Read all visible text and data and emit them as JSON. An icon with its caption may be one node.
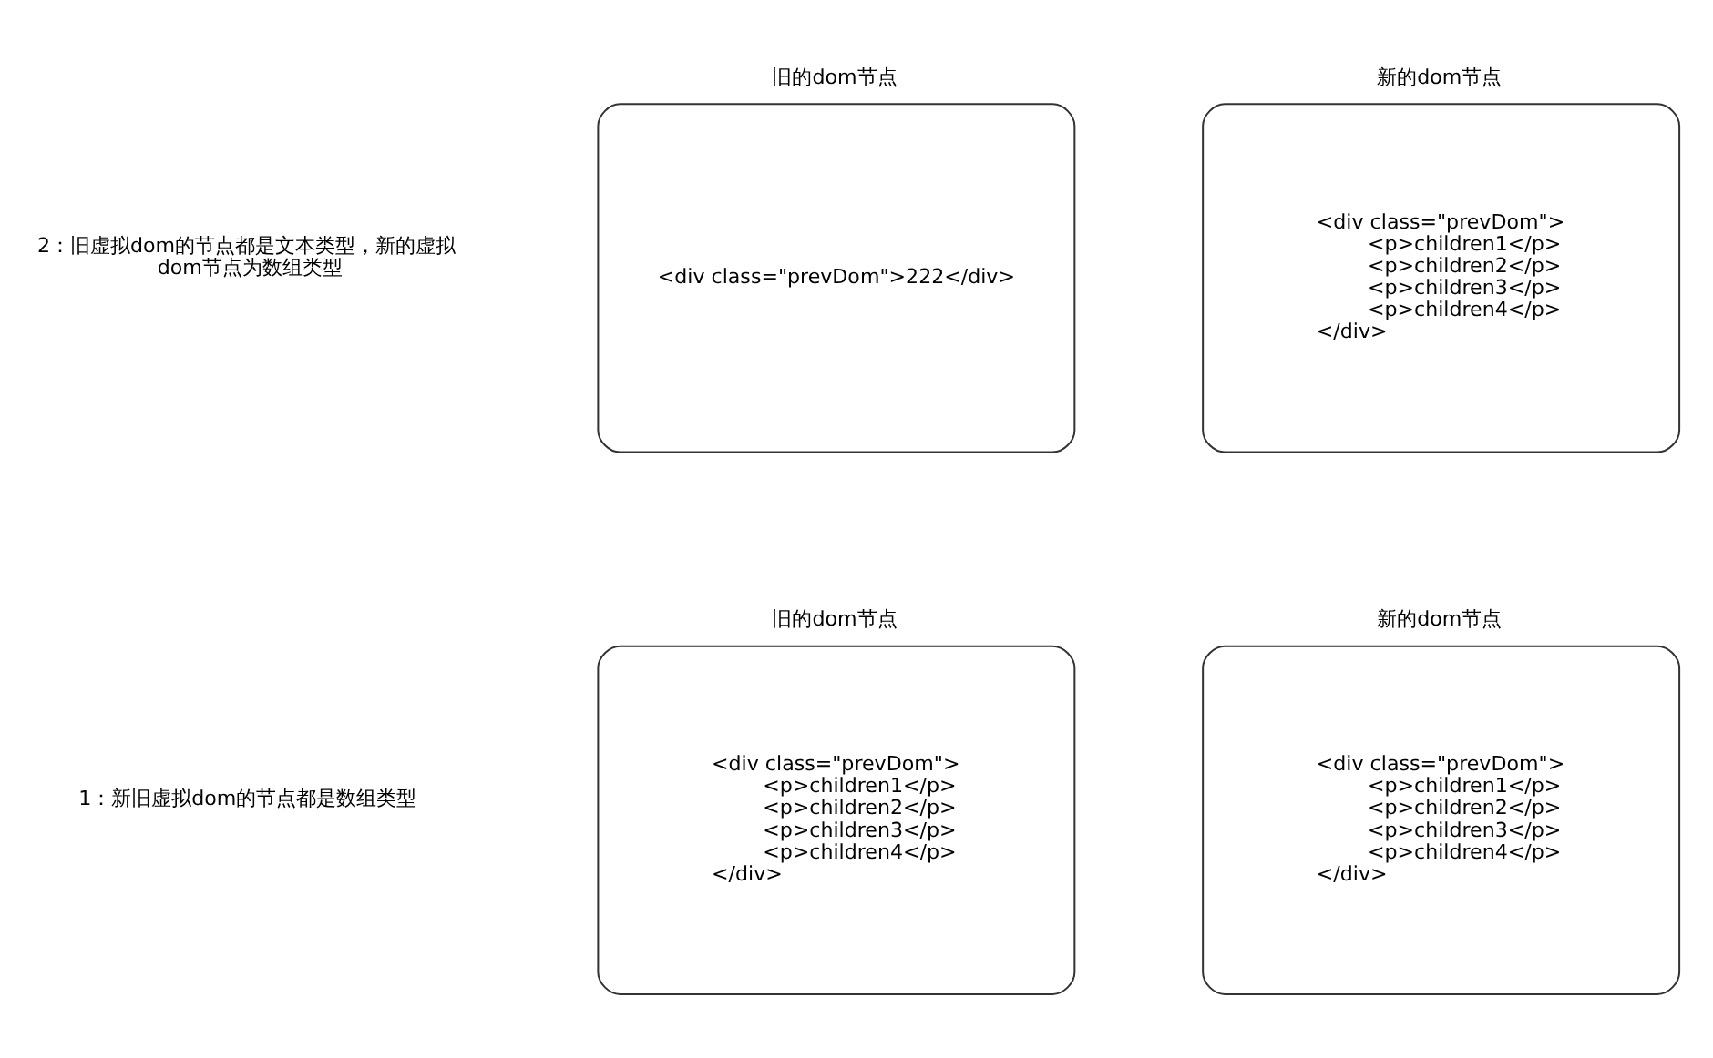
{
  "diagram": {
    "nodes": [
      {
        "text": [
          "旧的dom节点",
          "<div class=\"prevDom\"> <p>children1</p> <p>children2</p> <p>children3</p> <p>children4</p> </div>"
        ]
      },
      {
        "text": [
          "新的dom节点",
          "<div class=\"prevDom\"> <p>children1</p> <p>children2</p> <p>children3</p> <p>children4</p> </div>"
        ]
      },
      {
        "text": [
          "旧的dom节点",
          "<div class=\"prevDom\">222</div>"
        ]
      },
      {
        "text": [
          "新的dom节点",
          "<div class=\"prevDom\"> <p>children1</p> <p>children2</p> <p>children3</p> <p>children4</p> </div>"
        ]
      }
    ],
    "edges": [],
    "labels": [
      "1：新旧虚拟dom的节点都是数组类型",
      "2：旧虚拟dom的节点都是文本类型，新的虚拟dom节点为数组类型"
    ]
  }
}
